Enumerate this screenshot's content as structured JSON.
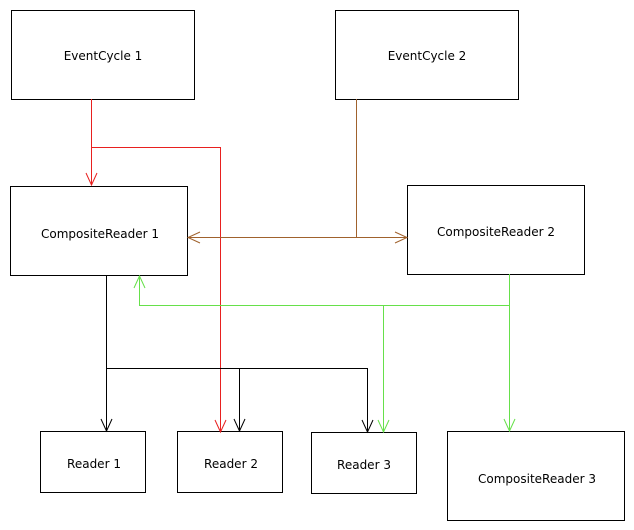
{
  "colors": {
    "background": "#ffffff",
    "box_border": "#000000",
    "red_connector": "#e8201f",
    "brown_connector": "#a0622d",
    "green_connector": "#66e04a",
    "black_connector": "#000000"
  },
  "nodes": [
    {
      "id": "eventcycle-1",
      "label": "EventCycle 1"
    },
    {
      "id": "eventcycle-2",
      "label": "EventCycle 2"
    },
    {
      "id": "compositereader-1",
      "label": "CompositeReader 1"
    },
    {
      "id": "compositereader-2",
      "label": "CompositeReader 2"
    },
    {
      "id": "reader-1",
      "label": "Reader 1"
    },
    {
      "id": "reader-2",
      "label": "Reader 2"
    },
    {
      "id": "reader-3",
      "label": "Reader 3"
    },
    {
      "id": "compositereader-3",
      "label": "CompositeReader 3"
    }
  ],
  "edges": [
    {
      "from": "eventcycle-1",
      "to": "compositereader-1",
      "color": "red"
    },
    {
      "from": "eventcycle-1",
      "to": "reader-2",
      "color": "red"
    },
    {
      "from": "eventcycle-2",
      "to": "compositereader-1",
      "color": "brown"
    },
    {
      "from": "eventcycle-2",
      "to": "compositereader-2",
      "color": "brown"
    },
    {
      "from": "compositereader-1",
      "to": "reader-1",
      "color": "black"
    },
    {
      "from": "compositereader-1",
      "to": "reader-2",
      "color": "black"
    },
    {
      "from": "compositereader-1",
      "to": "reader-3",
      "color": "black"
    },
    {
      "from": "compositereader-2",
      "to": "compositereader-1",
      "color": "green"
    },
    {
      "from": "compositereader-2",
      "to": "reader-3",
      "color": "green"
    },
    {
      "from": "compositereader-2",
      "to": "compositereader-3",
      "color": "green"
    }
  ]
}
